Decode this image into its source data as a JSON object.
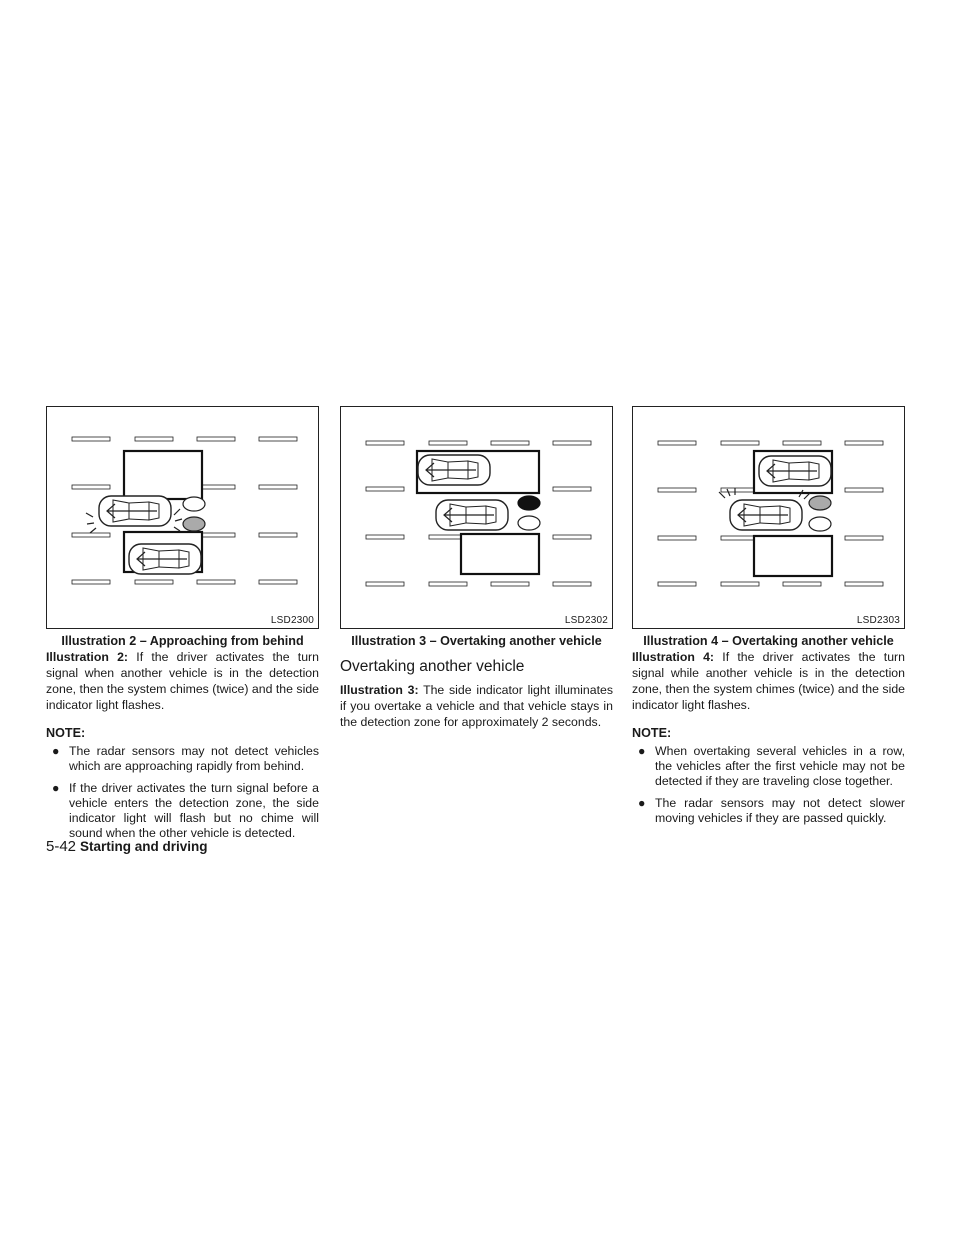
{
  "figures": [
    {
      "code": "LSD2300",
      "caption": "Illustration 2 – Approaching from behind"
    },
    {
      "code": "LSD2302",
      "caption": "Illustration 3 – Overtaking another vehicle"
    },
    {
      "code": "LSD2303",
      "caption": "Illustration 4 – Overtaking another vehicle"
    }
  ],
  "col1": {
    "lead": "Illustration 2:",
    "text": " If the driver activates the turn signal when another vehicle is in the detection zone, then the system chimes (twice) and the side indicator light flashes.",
    "note": "NOTE:",
    "bullets": [
      "The radar sensors may not detect vehicles which are approaching rapidly from behind.",
      "If the driver activates the turn signal before a vehicle enters the detection zone, the side indicator light will flash but no chime will sound when the other vehicle is detected."
    ]
  },
  "col2": {
    "heading": "Overtaking another vehicle",
    "lead": "Illustration 3:",
    "text": " The side indicator light illuminates if you overtake a vehicle and that vehicle stays in the detection zone for approximately 2 seconds."
  },
  "col3": {
    "lead": "Illustration 4:",
    "text": " If the driver activates the turn signal while another vehicle is in the detection zone, then the system chimes (twice) and the side indicator light flashes.",
    "note": "NOTE:",
    "bullets": [
      "When overtaking several vehicles in a row, the vehicles after the first vehicle may not be detected if they are traveling close together.",
      "The radar sensors may not detect slower moving vehicles if they are passed quickly."
    ]
  },
  "bullet_glyph": "●",
  "footer": {
    "page": "5-42",
    "section": "Starting and driving"
  }
}
